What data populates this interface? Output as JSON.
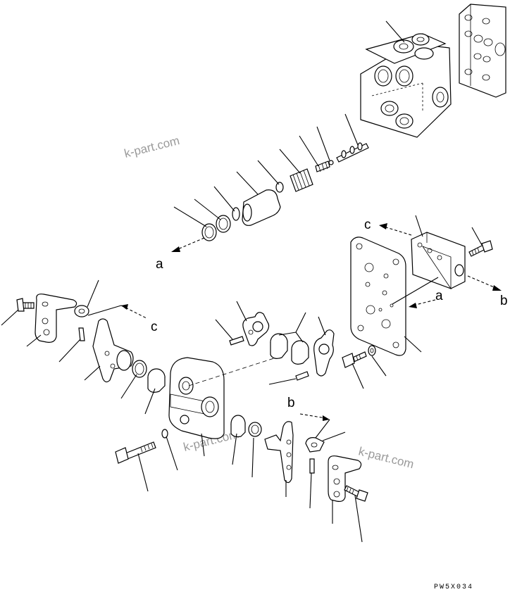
{
  "diagram": {
    "reference_letters": {
      "a_top": "a",
      "a_right": "a",
      "b_right": "b",
      "b_bottom": "b",
      "c_top": "c",
      "c_left": "c"
    },
    "watermark": "k-part.com",
    "drawing_code": "PW5X034"
  }
}
